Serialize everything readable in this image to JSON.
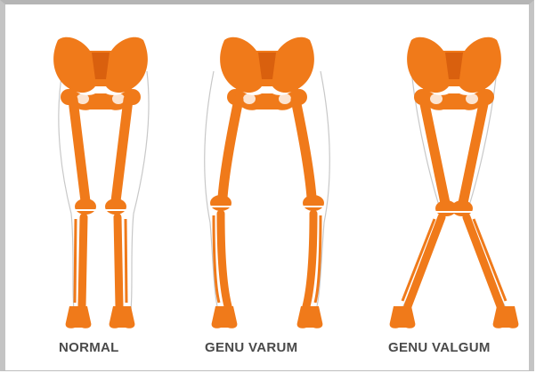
{
  "panels": [
    {
      "label": "NORMAL"
    },
    {
      "label": "GENU VARUM"
    },
    {
      "label": "GENU VALGUM"
    }
  ],
  "colors": {
    "bone": "#F07A1A",
    "bone_dark": "#D9600E",
    "outline": "#C8C8C8",
    "caption": "#4A4A4A"
  }
}
